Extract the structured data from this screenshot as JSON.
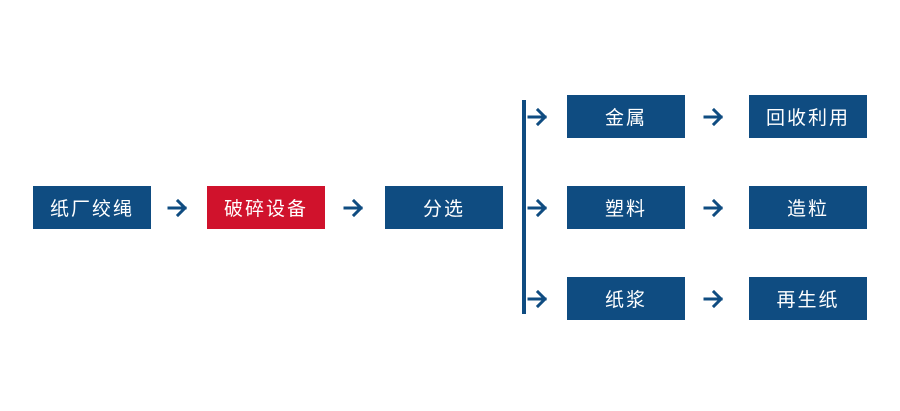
{
  "colors": {
    "primary_box": "#0f4c81",
    "highlight_box": "#d0122c",
    "arrow": "#0f4c81"
  },
  "flow": {
    "source": "纸厂绞绳",
    "equipment": "破碎设备",
    "sorting": "分选",
    "branches": [
      {
        "material": "金属",
        "outcome": "回收利用"
      },
      {
        "material": "塑料",
        "outcome": "造粒"
      },
      {
        "material": "纸浆",
        "outcome": "再生纸"
      }
    ]
  },
  "icons": {
    "arrow": "arrow-right-icon"
  }
}
